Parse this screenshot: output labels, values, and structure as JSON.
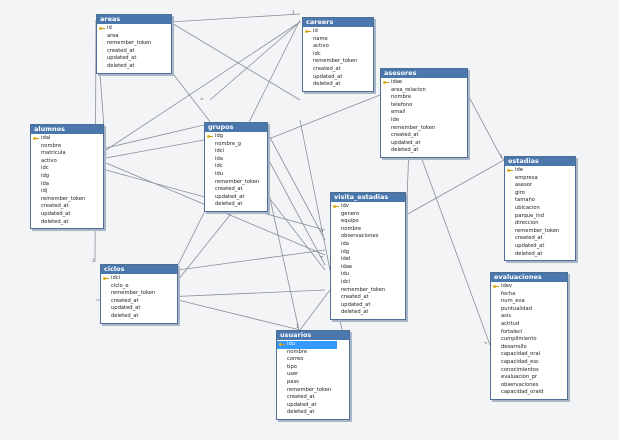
{
  "tables": {
    "areas": {
      "name": "areas",
      "columns": [
        {
          "name": "id",
          "key": true
        },
        {
          "name": "area"
        },
        {
          "name": "remember_token"
        },
        {
          "name": "created_at"
        },
        {
          "name": "updated_at"
        },
        {
          "name": "deleted_at"
        }
      ]
    },
    "careers": {
      "name": "careers",
      "columns": [
        {
          "name": "id",
          "key": true
        },
        {
          "name": "name"
        },
        {
          "name": "activo"
        },
        {
          "name": "idc"
        },
        {
          "name": "remember_token"
        },
        {
          "name": "created_at"
        },
        {
          "name": "updated_at"
        },
        {
          "name": "deleted_at"
        }
      ]
    },
    "asesores": {
      "name": "asesores",
      "columns": [
        {
          "name": "idae",
          "key": true
        },
        {
          "name": "area_relacion"
        },
        {
          "name": "nombre"
        },
        {
          "name": "telefono"
        },
        {
          "name": "email"
        },
        {
          "name": "ide"
        },
        {
          "name": "remember_token"
        },
        {
          "name": "created_at"
        },
        {
          "name": "updated_at"
        },
        {
          "name": "deleted_at"
        }
      ]
    },
    "alumnos": {
      "name": "alumnos",
      "columns": [
        {
          "name": "idal",
          "key": true
        },
        {
          "name": "nombre"
        },
        {
          "name": "matricula"
        },
        {
          "name": "activo"
        },
        {
          "name": "idc"
        },
        {
          "name": "idg"
        },
        {
          "name": "ida"
        },
        {
          "name": "idj"
        },
        {
          "name": "remember_token"
        },
        {
          "name": "created_at"
        },
        {
          "name": "updated_at"
        },
        {
          "name": "deleted_at"
        }
      ]
    },
    "grupos": {
      "name": "grupos",
      "columns": [
        {
          "name": "idg",
          "key": true
        },
        {
          "name": "nombre_g"
        },
        {
          "name": "idci"
        },
        {
          "name": "ida"
        },
        {
          "name": "idc"
        },
        {
          "name": "idu"
        },
        {
          "name": "remember_token"
        },
        {
          "name": "created_at"
        },
        {
          "name": "updated_at"
        },
        {
          "name": "deleted_at"
        }
      ]
    },
    "estadias": {
      "name": "estadias",
      "columns": [
        {
          "name": "ide",
          "key": true
        },
        {
          "name": "empresa"
        },
        {
          "name": "asesor"
        },
        {
          "name": "giro"
        },
        {
          "name": "tamaño"
        },
        {
          "name": "ubicacion"
        },
        {
          "name": "parque_ind"
        },
        {
          "name": "direccion"
        },
        {
          "name": "remember_token"
        },
        {
          "name": "created_at"
        },
        {
          "name": "updated_at"
        },
        {
          "name": "deleted_at"
        }
      ]
    },
    "visita_estadias": {
      "name": "visita_estadias",
      "columns": [
        {
          "name": "idv",
          "key": true
        },
        {
          "name": "genero"
        },
        {
          "name": "equipo"
        },
        {
          "name": "nombre"
        },
        {
          "name": "observaciones"
        },
        {
          "name": "ida"
        },
        {
          "name": "idg"
        },
        {
          "name": "idel"
        },
        {
          "name": "idae"
        },
        {
          "name": "idu"
        },
        {
          "name": "idci"
        },
        {
          "name": "remember_token"
        },
        {
          "name": "created_at"
        },
        {
          "name": "updated_at"
        },
        {
          "name": "deleted_at"
        }
      ]
    },
    "ciclos": {
      "name": "ciclos",
      "columns": [
        {
          "name": "idci",
          "key": true
        },
        {
          "name": "ciclo_e"
        },
        {
          "name": "remember_token"
        },
        {
          "name": "created_at"
        },
        {
          "name": "updated_at"
        },
        {
          "name": "deleted_at"
        }
      ]
    },
    "usuarios": {
      "name": "usuarios",
      "columns": [
        {
          "name": "idu",
          "key": true,
          "selected": true
        },
        {
          "name": "nombre"
        },
        {
          "name": "correo"
        },
        {
          "name": "tipo"
        },
        {
          "name": "user"
        },
        {
          "name": "pass"
        },
        {
          "name": "remember_token"
        },
        {
          "name": "created_at"
        },
        {
          "name": "updated_at"
        },
        {
          "name": "deleted_at"
        }
      ]
    },
    "evaluaciones": {
      "name": "evaluaciones",
      "columns": [
        {
          "name": "idev",
          "key": true
        },
        {
          "name": "fecha"
        },
        {
          "name": "num_eva"
        },
        {
          "name": "puntualidad"
        },
        {
          "name": "asis"
        },
        {
          "name": "actitud"
        },
        {
          "name": "fortaleci"
        },
        {
          "name": "cumplimiento"
        },
        {
          "name": "desarrollo"
        },
        {
          "name": "capacidad_oral"
        },
        {
          "name": "capacidad_esc"
        },
        {
          "name": "conocimientos"
        },
        {
          "name": "evaluacion_pr"
        },
        {
          "name": "observaciones"
        },
        {
          "name": "capacidad_orald"
        }
      ]
    }
  },
  "colors": {
    "header": "#4a78ac",
    "border": "#4f6e95",
    "link": "#8a8f98",
    "selection": "#3399ff",
    "key": "#e0b21c"
  },
  "icons": {
    "primary_key": "key-icon"
  }
}
